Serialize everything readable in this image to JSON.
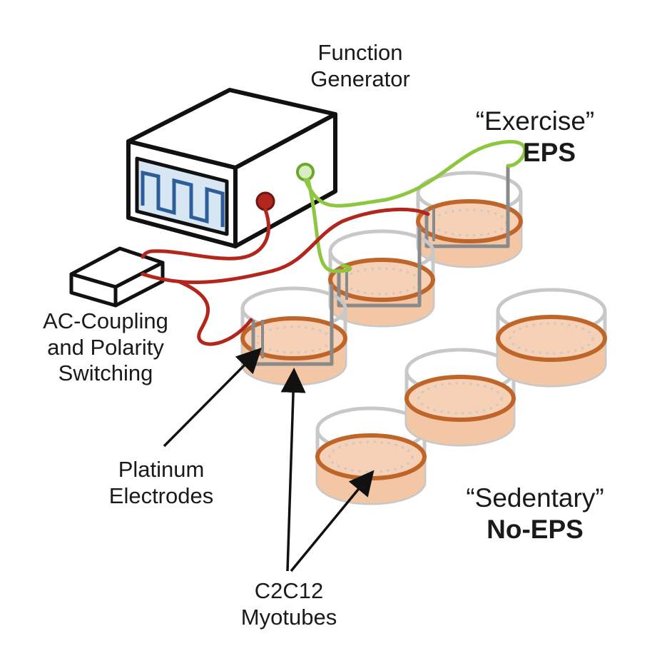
{
  "labels": {
    "function_generator": [
      "Function",
      "Generator"
    ],
    "exercise": [
      "“Exercise”",
      "EPS"
    ],
    "ac_coupling": [
      "AC-Coupling",
      "and Polarity",
      "Switching"
    ],
    "platinum": [
      "Platinum",
      "Electrodes"
    ],
    "sedentary": [
      "“Sedentary”",
      "No-EPS"
    ],
    "c2c12": [
      "C2C12",
      "Myotubes"
    ]
  },
  "colors": {
    "wire_red": "#b3261e",
    "wire_green": "#8dc63f",
    "dish_rim": "#c8c8c8",
    "medium": "#f3c7a6",
    "medium_line": "#c0652a",
    "electrode": "#8a8a8a",
    "screen": "#d7e6f3",
    "waveform": "#2e5d9a"
  },
  "icons": {
    "generator": "function-generator-icon",
    "switch_box": "switch-box-icon",
    "dish": "culture-dish-icon"
  }
}
